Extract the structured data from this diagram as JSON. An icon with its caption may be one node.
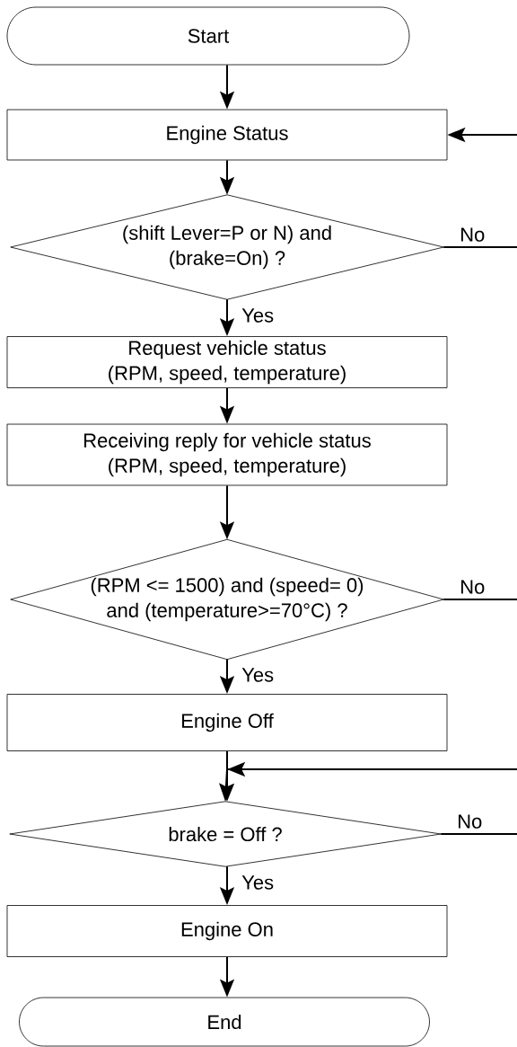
{
  "diagram": {
    "nodes": [
      {
        "text": [
          "Start"
        ]
      },
      {
        "text": [
          "Engine Status"
        ]
      },
      {
        "text": [
          "(shift Lever=P or N) and (brake=On) ?"
        ]
      },
      {
        "text": [
          "Request vehicle status (RPM, speed, temperature)"
        ]
      },
      {
        "text": [
          "Receiving reply for vehicle status (RPM, speed, temperature)"
        ]
      },
      {
        "text": [
          "(RPM <= 1500) and (speed= 0) and (temperature>=70°C) ?"
        ]
      },
      {
        "text": [
          "Engine Off"
        ]
      },
      {
        "text": [
          "brake = Off ?"
        ]
      },
      {
        "text": [
          "Engine On"
        ]
      },
      {
        "text": [
          "End"
        ]
      }
    ],
    "edges": [
      {
        "from": 0,
        "to": 1,
        "arrow": "to"
      },
      {
        "from": 1,
        "to": 2,
        "arrow": "to"
      },
      {
        "from": 2,
        "to": 3,
        "arrow": "to",
        "label": "Yes"
      },
      {
        "from": 3,
        "to": 4,
        "arrow": "to"
      },
      {
        "from": 4,
        "to": 5,
        "arrow": "to"
      },
      {
        "from": 5,
        "to": 6,
        "arrow": "to",
        "label": "Yes"
      },
      {
        "from": 6,
        "to": 7,
        "arrow": "to"
      },
      {
        "from": 7,
        "to": 8,
        "arrow": "to",
        "label": "Yes"
      },
      {
        "from": 8,
        "to": 9,
        "arrow": "to"
      },
      {
        "from": 2,
        "to": null,
        "arrow": "none",
        "label": "No"
      },
      {
        "from": 5,
        "to": null,
        "arrow": "none",
        "label": "No"
      },
      {
        "from": 7,
        "to": null,
        "arrow": "none",
        "label": "No"
      },
      {
        "from": null,
        "to": 1,
        "arrow": "to"
      },
      {
        "from": null,
        "to": 7,
        "arrow": "to"
      }
    ]
  }
}
